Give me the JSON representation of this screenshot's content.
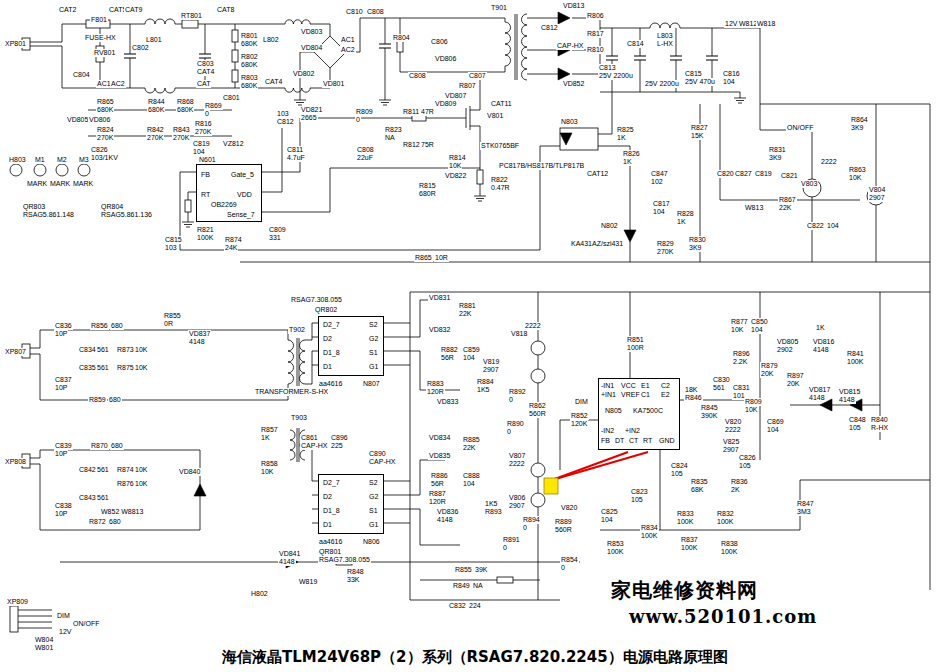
{
  "diagram": {
    "title": "海信液晶TLM24V68P（2）系列（RSAG7.820.2245）电源电路原理图",
    "nodes": [
      {
        "text": [
          "FB",
          "RT",
          "Gate_5",
          "VDD",
          "Sense_7",
          "OB2269"
        ]
      },
      {
        "text": [
          "D2_7",
          "D2",
          "D1_8",
          "D1",
          "S2",
          "G2",
          "S1",
          "G1"
        ]
      },
      {
        "text": [
          "D2_7",
          "D2",
          "D1_8",
          "D1",
          "S2",
          "G2",
          "S1",
          "G1"
        ]
      },
      {
        "text": [
          "-IN1",
          "VCC",
          "E1",
          "C2",
          "+IN1",
          "VREF",
          "C1",
          "E2",
          "N805",
          "KA7500C",
          "-IN2",
          "+IN2",
          "FB",
          "DT",
          "CT",
          "RT",
          "GND"
        ]
      }
    ],
    "labels": [
      "CAT2",
      "F801",
      "FUSE-HX",
      "CAT5",
      "CAT9",
      "RV801",
      "C802",
      "XP801",
      "C804",
      "AC1",
      "AC2",
      "L801",
      "RT801",
      "CAT8",
      "C803",
      "CAT4",
      "CAT",
      "R801",
      "680K",
      "R802",
      "680K",
      "R803",
      "680K",
      "CAT4",
      "L802",
      "VD803",
      "VD804",
      "VD802",
      "VD801",
      "AC1",
      "AC2",
      "C810",
      "C808",
      "R804",
      "C806",
      "VD806",
      "C808",
      "R807",
      "VD807",
      "T901",
      "CAT11",
      "C807",
      "VD813",
      "R806",
      "R817",
      "CAP-HX",
      "R810",
      "C812",
      "VD852",
      "C813",
      "25V 2200u",
      "C814",
      "L803",
      "L-HX",
      "25V 2200u",
      "C815",
      "25V 470u",
      "C816",
      "104",
      "12V",
      "W812",
      "W818",
      "R865",
      "680K",
      "R844",
      "680K",
      "R868",
      "680K",
      "R869",
      "0",
      "C801",
      "VD805",
      "VD806",
      "R824",
      "270K",
      "R842",
      "270K",
      "R843",
      "270K",
      "R816",
      "270K",
      "C819",
      "104",
      "C826",
      "103/1KV",
      "VZ812",
      "103",
      "C812",
      "VD821",
      "2665",
      "R809",
      "0",
      "C811",
      "4.7uF",
      "C808",
      "22uF",
      "R823",
      "NA",
      "R811",
      "47R",
      "R812",
      "75R",
      "VD809",
      "V801",
      "STK0765BF",
      "R814",
      "10K",
      "R822",
      "0.47R",
      "VD822",
      "R815",
      "680R",
      "N601",
      "R821",
      "100K",
      "C815",
      "103",
      "R874",
      "24K",
      "C809",
      "331",
      "H803",
      "M1",
      "M2",
      "M3",
      "MARK",
      "MARK",
      "MARK",
      "QR803",
      "RSAG5.861.148",
      "QR804",
      "RSAG5.861.136",
      "R865",
      "10R",
      "N803",
      "PC817B/HS817B/TLP817B",
      "CAT12",
      "R825",
      "1K",
      "R826",
      "1K",
      "C847",
      "102",
      "C817",
      "104",
      "R828",
      "1K",
      "N802",
      "KA431AZ/szl431",
      "R829",
      "270K",
      "R830",
      "3K9",
      "R827",
      "15K",
      "C820",
      "C827",
      "C819",
      "C821",
      "W813",
      "ON/OFF",
      "R831",
      "3K9",
      "V803",
      "R867",
      "22K",
      "C822",
      "104",
      "R863",
      "10K",
      "V804",
      "2907",
      "R864",
      "3K9",
      "2222",
      "XP807",
      "C836",
      "10P",
      "R856",
      "680",
      "C834",
      "561",
      "R873",
      "10K",
      "C837",
      "10P",
      "C835",
      "561",
      "R875",
      "10K",
      "R859",
      "680",
      "R855",
      "0R",
      "VD837",
      "4148",
      "T902",
      "TRANSFORMER-S-HX",
      "QR802",
      "RSAG7.308.055",
      "VD831",
      "VD832",
      "R882",
      "56R",
      "C859",
      "104",
      "R881",
      "22K",
      "R883",
      "120R",
      "VD833",
      "V819",
      "2907",
      "R884",
      "1K5",
      "V818",
      "2222",
      "R862",
      "560R",
      "R892",
      "0",
      "R890",
      "0",
      "aa4616",
      "N807",
      "T903",
      "R857",
      "1K",
      "R858",
      "10K",
      "C861",
      "CAP-HX",
      "C896",
      "225",
      "C890",
      "CAP-HX",
      "VD834",
      "VD835",
      "R885",
      "22K",
      "R886",
      "56R",
      "C888",
      "104",
      "R887",
      "120R",
      "VD836",
      "4148",
      "V807",
      "2222",
      "V806",
      "2907",
      "1K5",
      "R893",
      "R894",
      "0",
      "R891",
      "0",
      "aa4616",
      "N806",
      "QR801",
      "RSAG7.308.055",
      "V820",
      "R889",
      "560R",
      "R854",
      "0",
      "R851",
      "100R",
      "R852",
      "120K",
      "DIM",
      "18K",
      "R846",
      "C830",
      "561",
      "C831",
      "101",
      "R845",
      "390K",
      "V820",
      "2222",
      "V825",
      "2907",
      "C826",
      "105",
      "C824",
      "105",
      "R835",
      "68K",
      "R836",
      "2K",
      "C823",
      "105",
      "C825",
      "104",
      "R833",
      "100K",
      "R832",
      "100K",
      "R834",
      "100K",
      "R853",
      "100K",
      "R837",
      "100K",
      "R838",
      "100K",
      "R847",
      "3M3",
      "R877",
      "10K",
      "C850",
      "104",
      "VD805",
      "2902",
      "VD816",
      "4148",
      "1K",
      "R841",
      "100K",
      "R896",
      "2.2K",
      "R879",
      "20K",
      "R897",
      "20K",
      "R809",
      "10K",
      "C869",
      "104",
      "VD817",
      "4148",
      "VD815",
      "4148",
      "C848",
      "105",
      "R840",
      "R-HX",
      "XP808",
      "C839",
      "10P",
      "R870",
      "680",
      "C842",
      "561",
      "R874",
      "10K",
      "C838",
      "10P",
      "C843",
      "561",
      "R876",
      "10K",
      "R872",
      "680",
      "W852 W8813",
      "VD840",
      "VD841",
      "4148",
      "W819",
      "R848",
      "33K",
      "R855",
      "39K",
      "R849",
      "NA",
      "C832",
      "224",
      "H802",
      "XP809",
      "DIM",
      "12V",
      "ON/OFF",
      "W804",
      "W801",
      "家电维修资料网",
      "www.520101.com"
    ]
  }
}
